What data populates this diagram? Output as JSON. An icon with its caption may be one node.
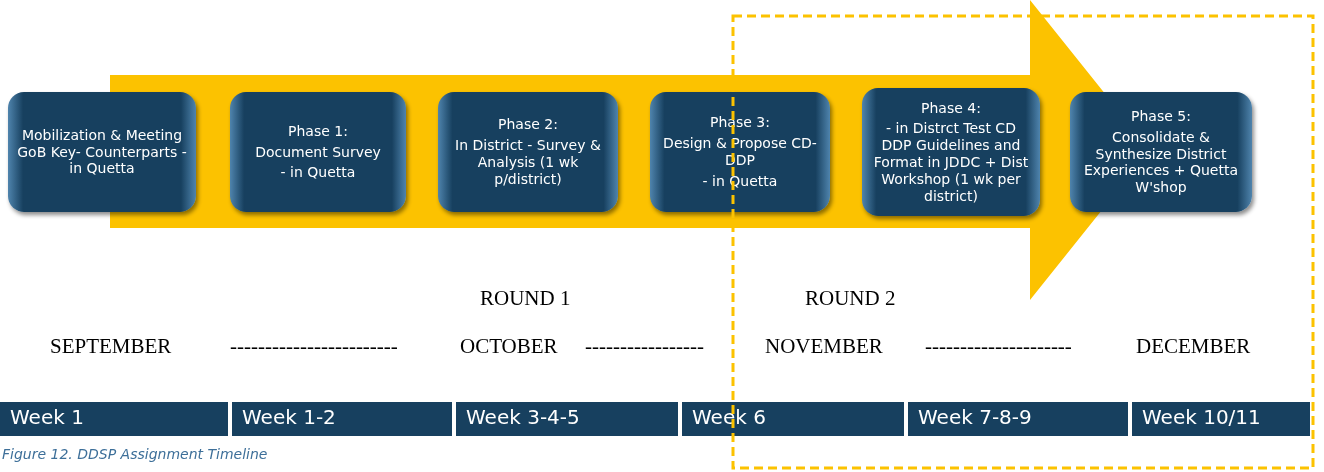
{
  "diagram": {
    "caption": "Figure 12. DDSP Assignment Timeline",
    "nodes": [
      {
        "text": [
          "Mobilization & Meeting GoB Key- Counterparts - in Quetta"
        ]
      },
      {
        "text": [
          "Phase 1:",
          "Document Survey",
          "- in Quetta"
        ]
      },
      {
        "text": [
          "Phase 2:",
          "In District - Survey & Analysis (1 wk p/district)"
        ]
      },
      {
        "text": [
          "Phase 3:",
          "Design & Propose CD-DDP",
          "- in Quetta"
        ]
      },
      {
        "text": [
          "Phase 4:",
          "- in Distrct Test CD DDP Guidelines and Format in JDDC + Dist Workshop (1 wk per district)"
        ]
      },
      {
        "text": [
          "Phase 5:",
          "Consolidate & Synthesize District Experiences + Quetta W'shop"
        ]
      }
    ],
    "edges": [],
    "labels": [
      "ROUND 1",
      "ROUND 2",
      "SEPTEMBER",
      "------------------------",
      "OCTOBER",
      "-----------------",
      "NOVEMBER",
      "---------------------",
      "DECEMBER",
      "Week 1",
      "Week 1-2",
      "Week 3-4-5",
      "Week 6",
      "Week 7-8-9",
      "Week 10/11"
    ]
  }
}
